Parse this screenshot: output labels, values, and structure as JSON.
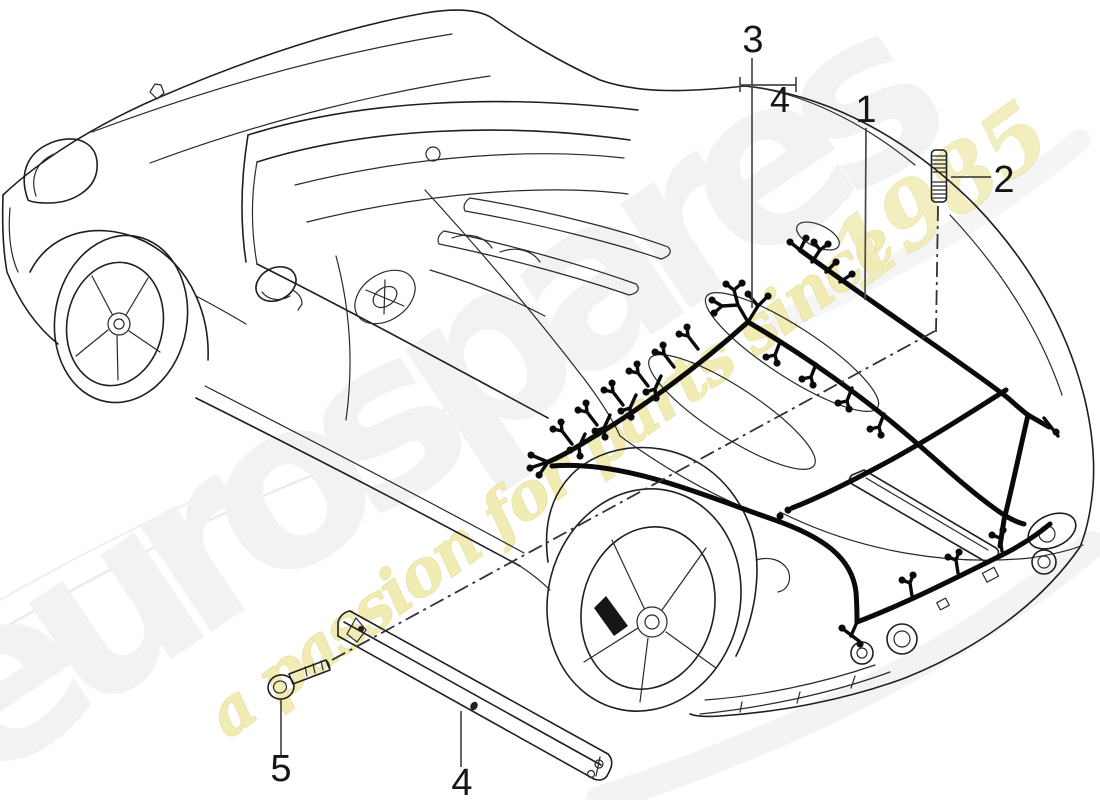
{
  "watermark": {
    "wordmark": "eurospares",
    "tagline": "a passion for parts since",
    "year": "1985",
    "wordmark_fill": "#f2f2f2",
    "wordmark_stroke": "#e0e0e0",
    "tagline_fill": "#f0eaae",
    "tagline_stroke": "#ddd37f"
  },
  "callouts": {
    "harness": {
      "label": "1"
    },
    "stud": {
      "label": "2"
    },
    "group": {
      "label": "3"
    },
    "group_sub": {
      "label": "4"
    },
    "rail": {
      "label": "4"
    },
    "screw": {
      "label": "5"
    }
  },
  "colors": {
    "background": "#ffffff",
    "line_art": "#1f1f1f",
    "harness": "#0a0a0a",
    "leader": "#4a4a4a"
  }
}
